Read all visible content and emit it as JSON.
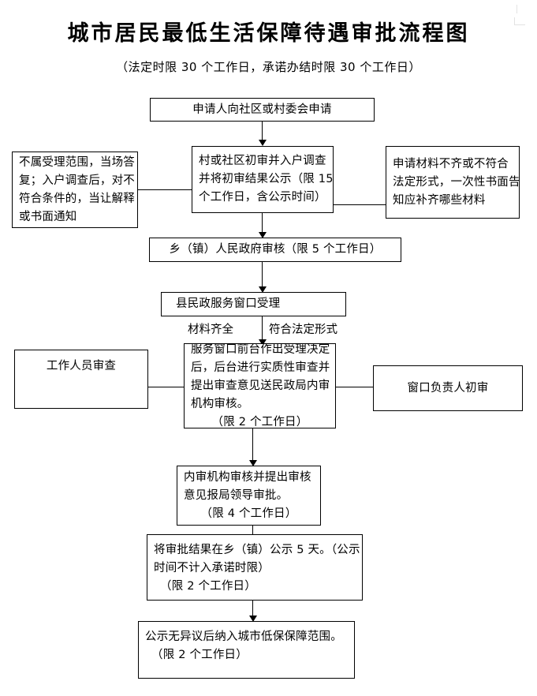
{
  "header": {
    "title": "城市居民最低生活保障待遇审批流程图",
    "subtitle": "（法定时限 30 个工作日，承诺办结时限 30 个工作日）"
  },
  "nodes": {
    "apply": {
      "label": "申请人向社区或村委会申请"
    },
    "village_review": {
      "line1": "村或社区初审并入户调查",
      "line2": "并将初审结果公示（限 15",
      "line3": "个工作日，含公示时间）"
    },
    "not_accepted": {
      "line1": "不属受理范围，当场答",
      "line2": "复；入户调查后，对不",
      "line3": "符合条件的，当让解释",
      "line4": "或书面通知"
    },
    "incomplete_materials": {
      "line1": "申请材料不齐或不符合",
      "line2": "法定形式，一次性书面告",
      "line3": "知应补齐哪些材料"
    },
    "township_review": {
      "label": "乡（镇）人民政府审核（限 5 个工作日）"
    },
    "county_window": {
      "label": "县民政服务窗口受理"
    },
    "window_process": {
      "line1": "服务窗口前台作出受理决定",
      "line2": "后，后台进行实质性审查并",
      "line3": "提出审查意见送民政局内审",
      "line4": "机构审核。",
      "line5": "（限 2 个工作日）"
    },
    "staff_review": {
      "label": "工作人员审查"
    },
    "window_head_review": {
      "label": "窗口负责人初审"
    },
    "internal_audit": {
      "line1": "内审机构审核并提出审核",
      "line2": "意见报局领导审批。",
      "line3": "（限 4 个工作日）"
    },
    "publicity": {
      "line1": "将审批结果在乡（镇）公示 5 天。（公示",
      "line2": "时间不计入承诺时限）",
      "line3": "（限 2 个工作日）"
    },
    "final_inclusion": {
      "line1": "公示无异议后纳入城市低保保障范围。",
      "line2": "（限 2 个工作日）"
    }
  },
  "edge_labels": {
    "materials_complete": "材料齐全",
    "legal_form": "符合法定形式"
  },
  "colors": {
    "background": "#ffffff",
    "line": "#000000",
    "text": "#000000"
  }
}
